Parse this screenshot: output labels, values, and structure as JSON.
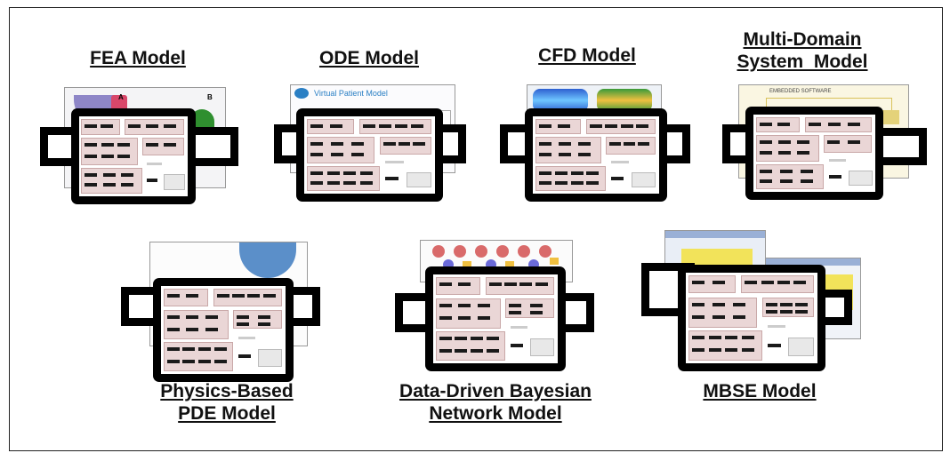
{
  "models": [
    {
      "id": "fea",
      "lines": [
        "FEA Model"
      ],
      "screenshot": "finite-element-analysis-render",
      "accent": "#2f8f2f"
    },
    {
      "id": "ode",
      "lines": [
        "ODE Model"
      ],
      "screenshot": "virtual-patient-model-window",
      "caption": "Virtual Patient Model",
      "accent": "#2a7fc4"
    },
    {
      "id": "cfd",
      "lines": [
        "CFD Model"
      ],
      "screenshot": "cfd-flow-render",
      "accent": "#1e90d6"
    },
    {
      "id": "multi",
      "lines": [
        "Multi-Domain",
        "System  Model"
      ],
      "screenshot": "embedded-software-diagram",
      "caption": "EMBEDDED SOFTWARE",
      "accent": "#d9c25a"
    },
    {
      "id": "pde",
      "lines": [
        "Physics-Based",
        "PDE Model"
      ],
      "screenshot": "pde-geometry-sketch",
      "accent": "#5b8fc9"
    },
    {
      "id": "bayes",
      "lines": [
        "Data-Driven Bayesian",
        "Network Model"
      ],
      "screenshot": "bayesian-network-graph",
      "accent": "#d96a6a"
    },
    {
      "id": "mbse",
      "lines": [
        "MBSE Model"
      ],
      "screenshot": "mbse-tool-windows",
      "accent": "#f2e35a"
    }
  ],
  "palette": {
    "frame": "#222222",
    "tablet": "#000000",
    "panel": "#ead6d6",
    "panel_border": "#c9a8a8"
  }
}
